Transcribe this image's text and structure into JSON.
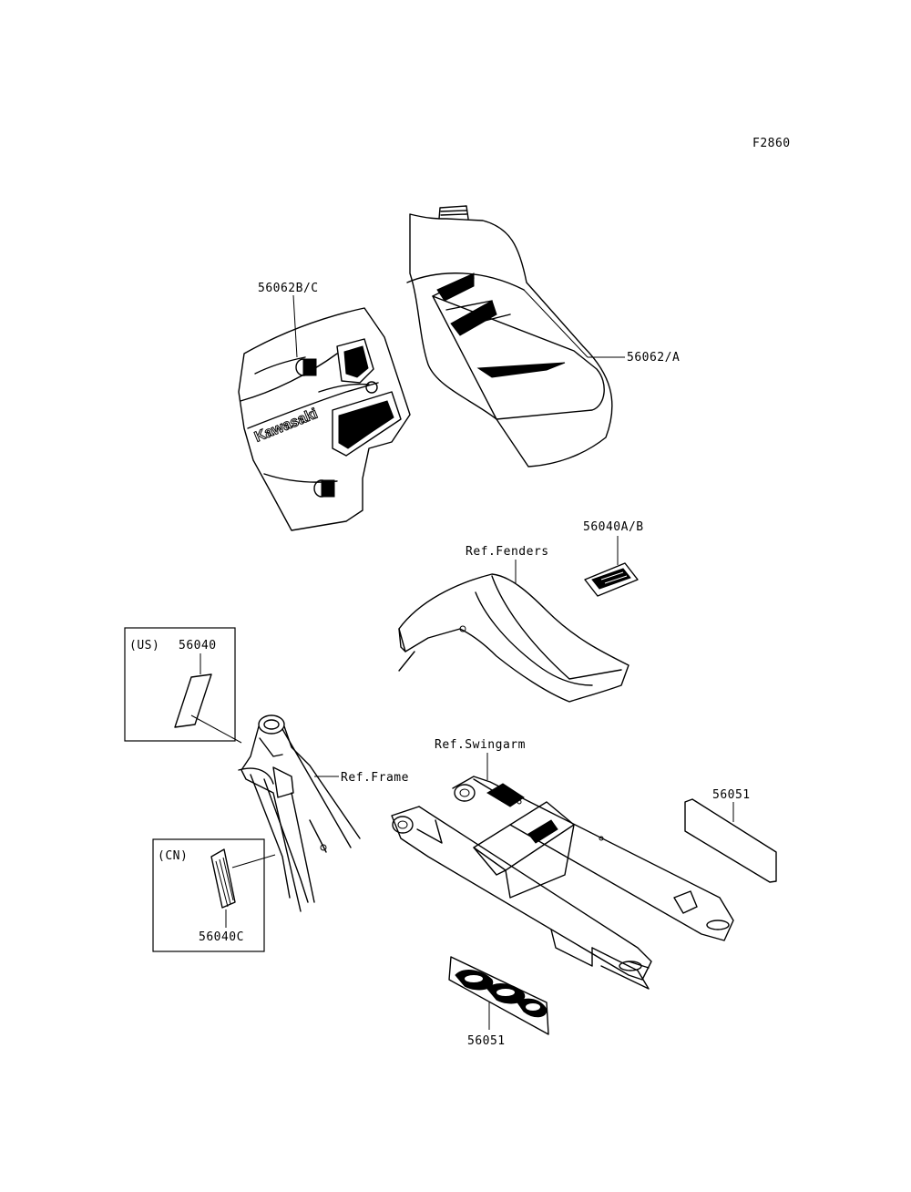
{
  "figure_id": "F2860",
  "labels": {
    "p56062bc": "56062B/C",
    "p56062a": "56062/A",
    "p56040ab": "56040A/B",
    "ref_fenders": "Ref.Fenders",
    "p56040": "56040",
    "us": "(US)",
    "ref_frame": "Ref.Frame",
    "ref_swingarm": "Ref.Swingarm",
    "p56051_right": "56051",
    "cn": "(CN)",
    "p56040c": "56040C",
    "p56051_bottom": "56051"
  },
  "decal_brand": "Kawasaki"
}
